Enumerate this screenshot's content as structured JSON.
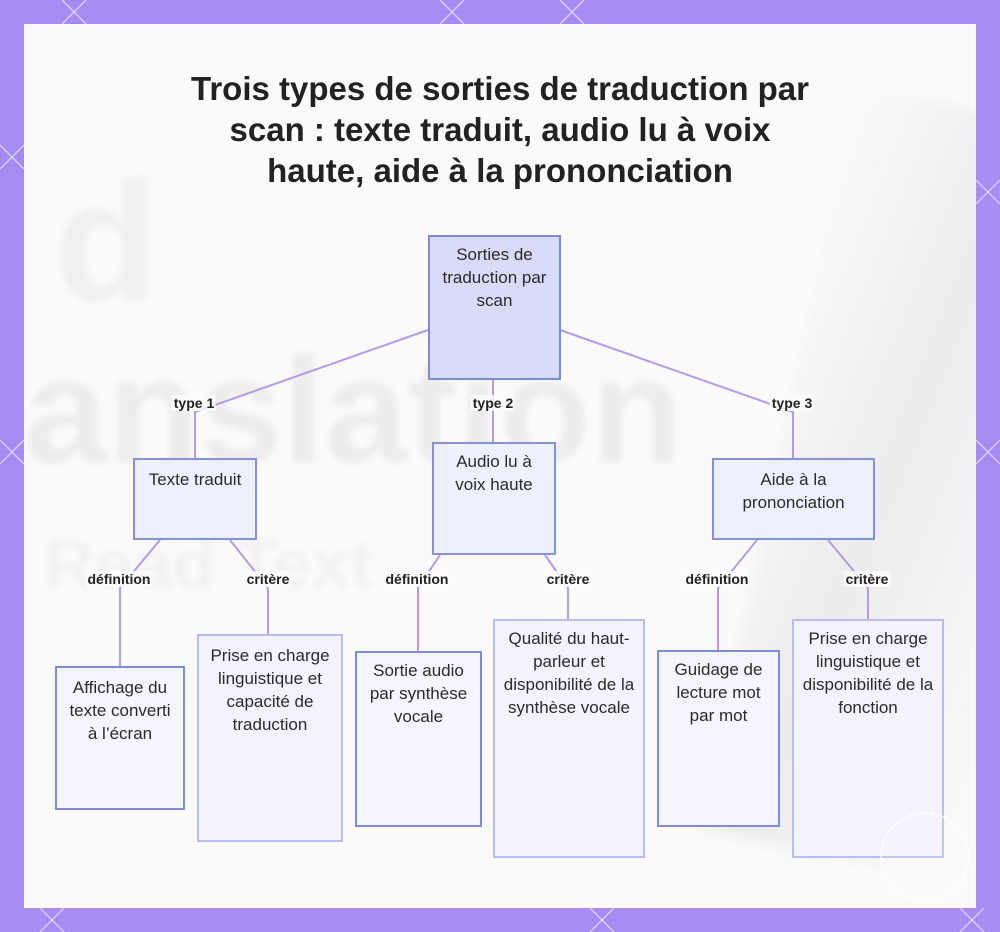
{
  "title": "Trois types de sorties de traduction par scan : texte traduit, audio lu à voix haute, aide à la prononciation",
  "background_text": [
    "d",
    "anslation",
    "Read Text"
  ],
  "colors": {
    "frame": "#a58cf3",
    "panel": "#fafafa",
    "node_fill": "#eef0fd",
    "root_fill": "#d8dbf9",
    "node_border": "#8592d8",
    "connector": "#b39be6"
  },
  "nodes": {
    "root": "Sorties de traduction par scan",
    "type1": "Texte traduit",
    "type2": "Audio lu à voix haute",
    "type3": "Aide à la prononciation",
    "t1_def": "Affichage du texte converti à l’écran",
    "t1_crit": "Prise en charge linguistique et capacité de traduction",
    "t2_def": "Sortie audio par synthèse vocale",
    "t2_crit": "Qualité du haut-parleur et disponibilité de la synthèse vocale",
    "t3_def": "Guidage de lecture mot par mot",
    "t3_crit": "Prise en charge linguistique et disponibilité de la fonction"
  },
  "edge_labels": {
    "type1": "type 1",
    "type2": "type 2",
    "type3": "type 3",
    "t1_def": "définition",
    "t1_crit": "critère",
    "t2_def": "définition",
    "t2_crit": "critère",
    "t3_def": "définition",
    "t3_crit": "critère"
  }
}
